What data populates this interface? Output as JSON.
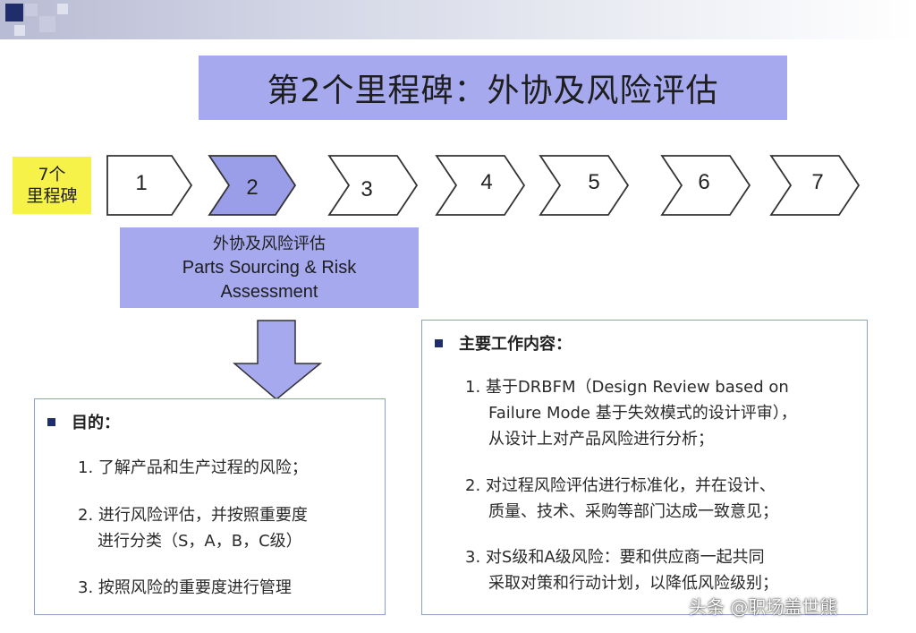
{
  "title": "第2个里程碑：外协及风险评估",
  "milestones": {
    "label_line1": "7个",
    "label_line2": "里程碑",
    "steps": [
      "1",
      "2",
      "3",
      "4",
      "5",
      "6",
      "7"
    ],
    "active_step": "2"
  },
  "phase": {
    "cn": "外协及风险评估",
    "en_line1": "Parts Sourcing & Risk",
    "en_line2": "Assessment"
  },
  "purpose": {
    "heading": "目的：",
    "item1": "1. 了解产品和生产过程的风险；",
    "item2_line1": "2. 进行风险评估，并按照重要度",
    "item2_line2": "进行分类（S，A，B，C级）",
    "item3": "3. 按照风险的重要度进行管理"
  },
  "main_work": {
    "heading": "主要工作内容：",
    "item1_line1": "1. 基于DRBFM（Design Review based on",
    "item1_line2": "Failure Mode 基于失效模式的设计评审），",
    "item1_line3": "从设计上对产品风险进行分析；",
    "item2_line1": "2. 对过程风险评估进行标准化，并在设计、",
    "item2_line2": "质量、技术、采购等部门达成一致意见；",
    "item3_line1": "3. 对S级和A级风险：要和供应商一起共同",
    "item3_line2": "采取对策和行动计划，以降低风险级别；"
  },
  "watermark": "头条 @职场盖世熊",
  "colors": {
    "accent_purple": "#a6a9ee",
    "active_chevron": "#9a9ee8",
    "milestone_yellow": "#f7f24a",
    "bullet_navy": "#1f2d6a",
    "panel_border": "#8aa0c8"
  }
}
